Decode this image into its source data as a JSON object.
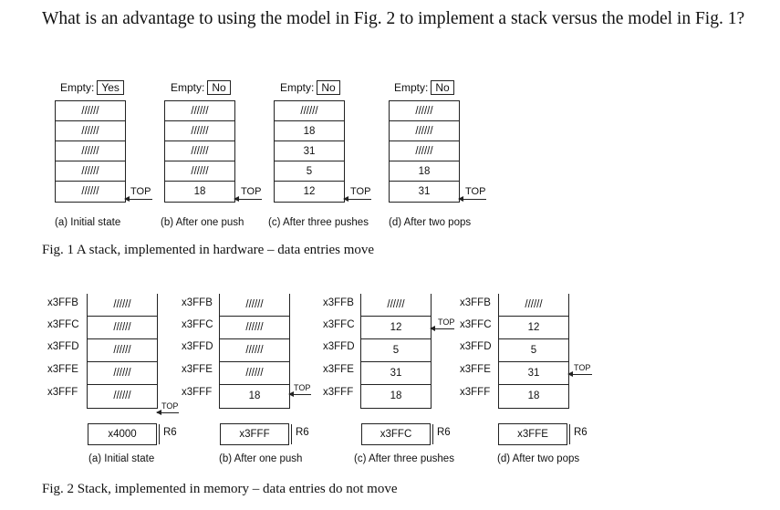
{
  "question": "What is an advantage to using the model in Fig. 2 to implement a stack versus the model in Fig. 1?",
  "fig1": {
    "caption": "Fig. 1  A stack, implemented in hardware – data entries move",
    "empty_label": "Empty:",
    "top_label": "TOP",
    "panels": [
      {
        "empty": "Yes",
        "cells": [
          "//////",
          "//////",
          "//////",
          "//////",
          "//////"
        ],
        "sub": "(a) Initial state"
      },
      {
        "empty": "No",
        "cells": [
          "//////",
          "//////",
          "//////",
          "//////",
          "18"
        ],
        "sub": "(b) After one push"
      },
      {
        "empty": "No",
        "cells": [
          "//////",
          "18",
          "31",
          "5",
          "12"
        ],
        "sub": "(c) After three pushes"
      },
      {
        "empty": "No",
        "cells": [
          "//////",
          "//////",
          "//////",
          "18",
          "31"
        ],
        "sub": "(d) After two pops"
      }
    ]
  },
  "fig2": {
    "caption": "Fig. 2  Stack, implemented in memory – data entries do not move",
    "addresses": [
      "x3FFB",
      "x3FFC",
      "x3FFD",
      "x3FFE",
      "x3FFF"
    ],
    "top_label": "TOP",
    "reg_name": "R6",
    "panels": [
      {
        "cells": [
          "//////",
          "//////",
          "//////",
          "//////",
          "//////"
        ],
        "r6": "x4000",
        "sub": "(a) Initial state"
      },
      {
        "cells": [
          "//////",
          "//////",
          "//////",
          "//////",
          "18"
        ],
        "r6": "x3FFF",
        "sub": "(b) After one push"
      },
      {
        "cells": [
          "//////",
          "12",
          "5",
          "31",
          "18"
        ],
        "r6": "x3FFC",
        "sub": "(c) After three pushes"
      },
      {
        "cells": [
          "//////",
          "12",
          "5",
          "31",
          "18"
        ],
        "r6": "x3FFE",
        "sub": "(d) After two pops"
      }
    ]
  }
}
